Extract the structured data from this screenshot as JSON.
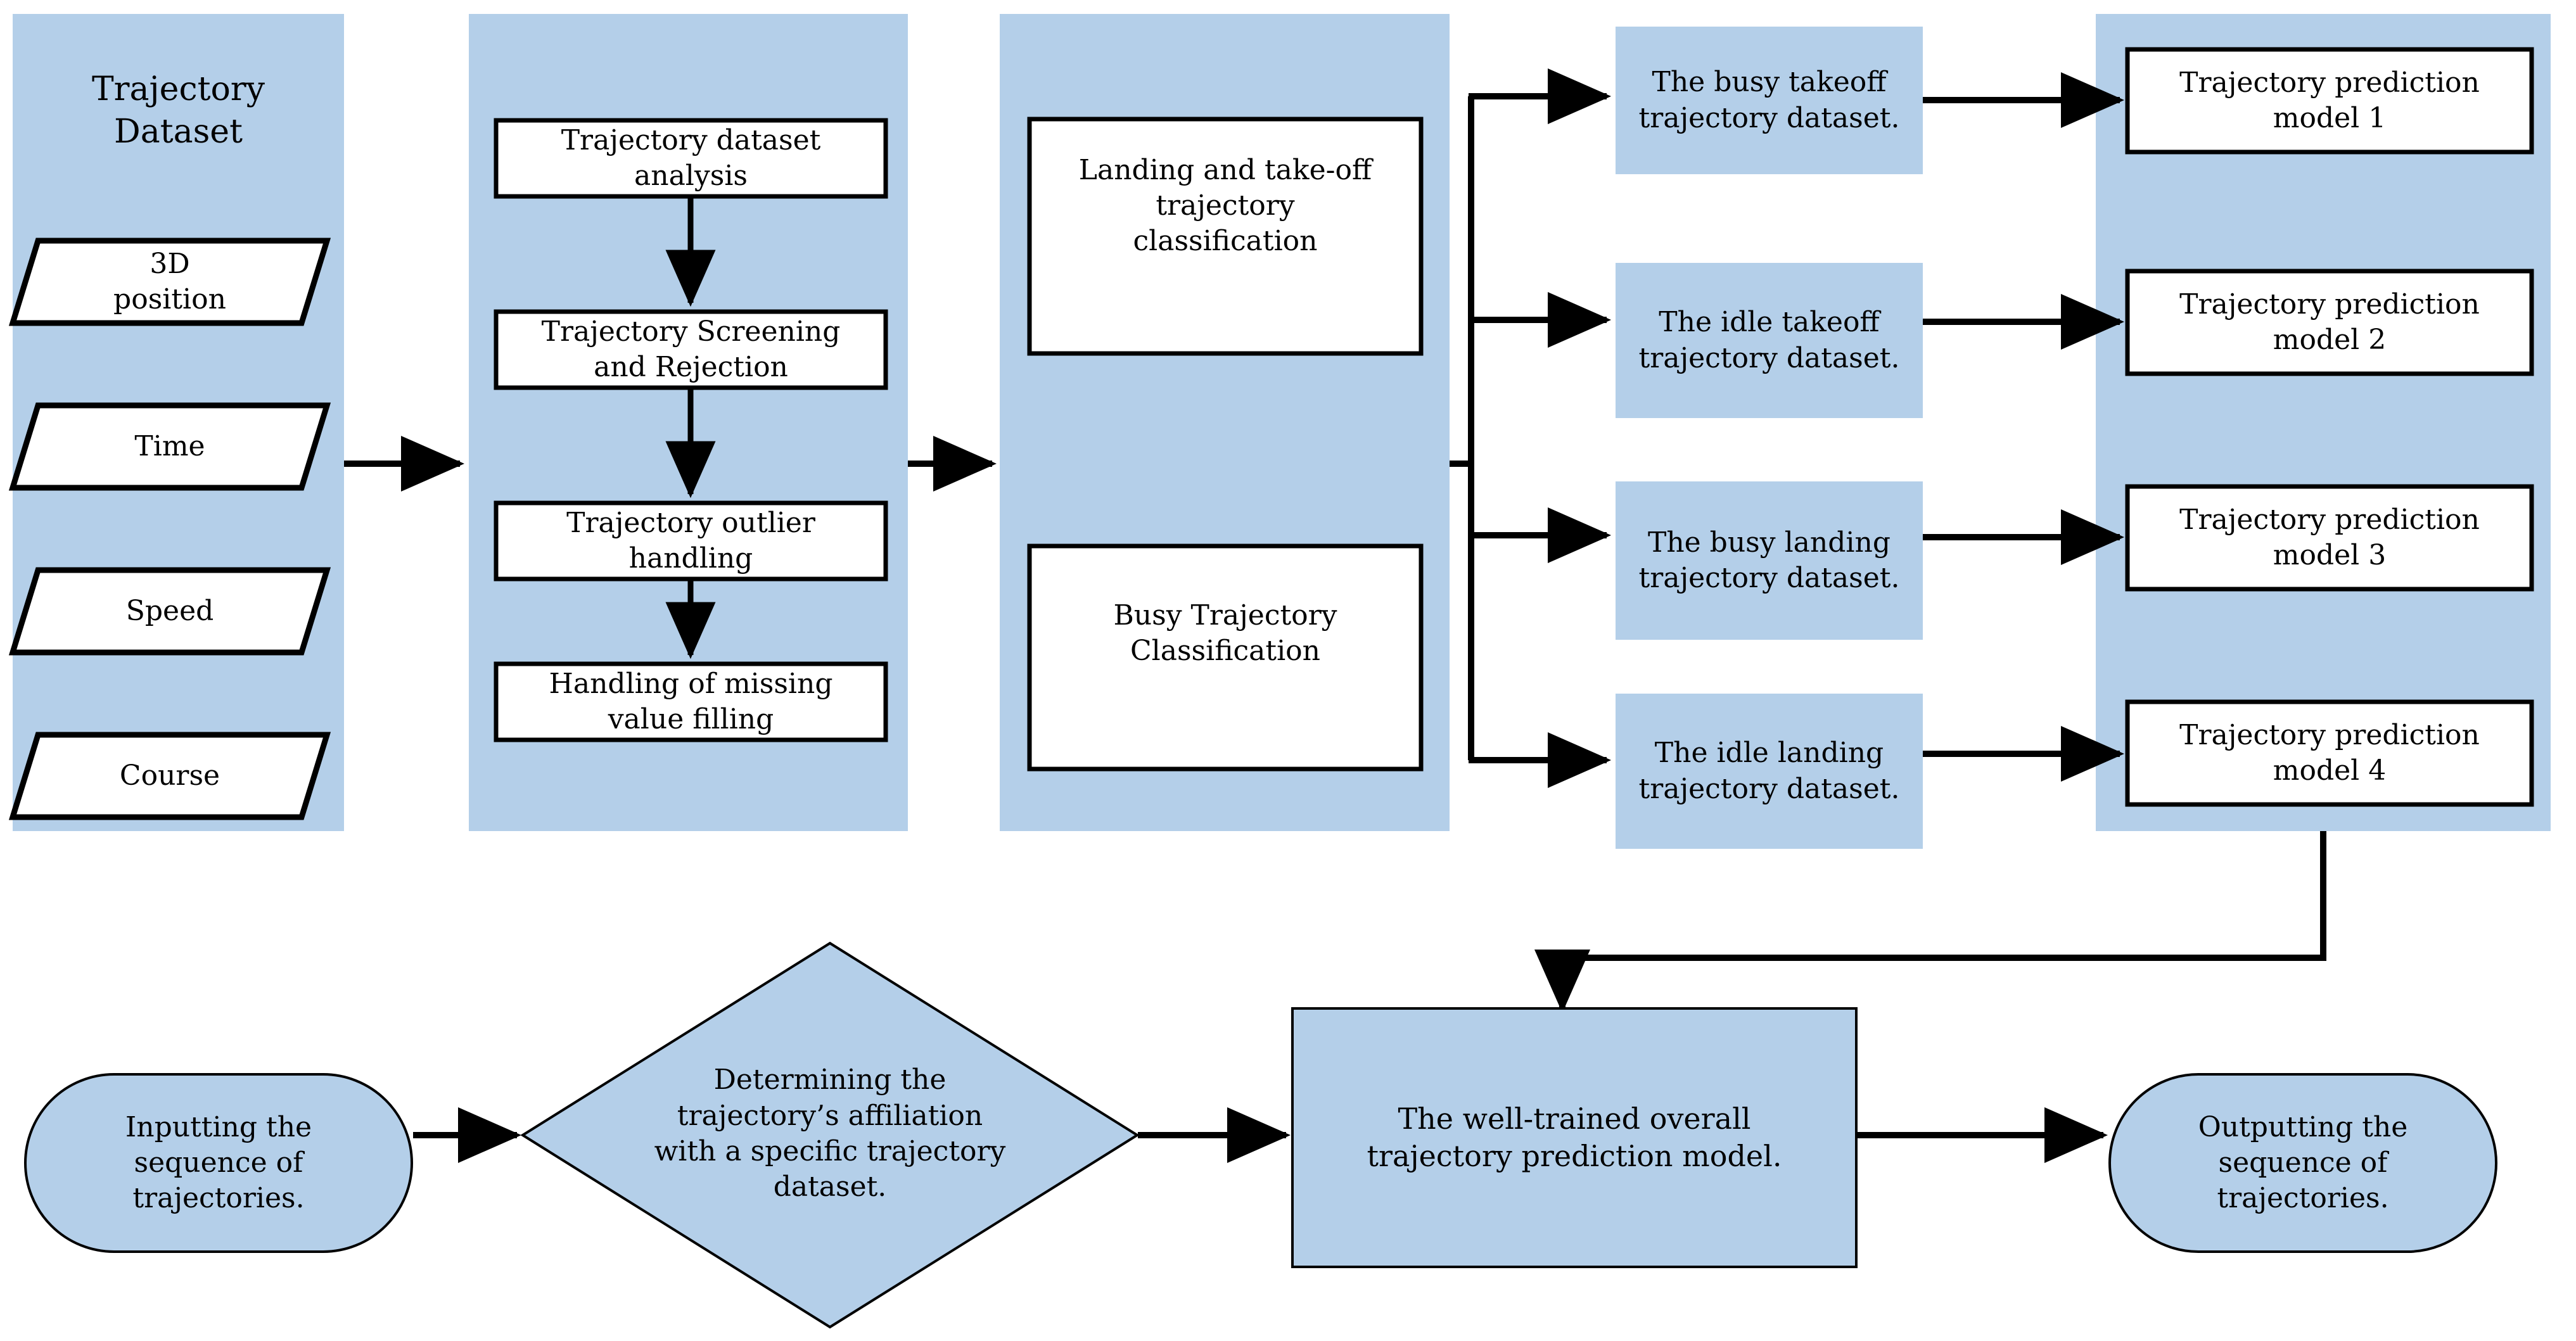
{
  "diagram": {
    "title": "Trajectory prediction model training and inference flowchart",
    "colors": {
      "panel_fill": "#b4cfe9",
      "box_fill": "#ffffff",
      "stroke": "#000000",
      "background": "#ffffff"
    }
  },
  "stage1": {
    "heading": "Trajectory\nDataset",
    "inputs": [
      {
        "label": "3D\nposition"
      },
      {
        "label": "Time"
      },
      {
        "label": "Speed"
      },
      {
        "label": "Course"
      }
    ]
  },
  "stage2": {
    "steps": [
      {
        "label": "Trajectory dataset\nanalysis"
      },
      {
        "label": "Trajectory Screening\nand Rejection"
      },
      {
        "label": "Trajectory outlier\nhandling"
      },
      {
        "label": "Handling of missing\nvalue filling"
      }
    ]
  },
  "stage3": {
    "steps": [
      {
        "label": "Landing and take-off\ntrajectory\nclassification"
      },
      {
        "label": "Busy Trajectory\nClassification"
      }
    ]
  },
  "stage4": {
    "datasets": [
      {
        "label": "The busy takeoff\ntrajectory dataset."
      },
      {
        "label": "The idle takeoff\ntrajectory dataset."
      },
      {
        "label": "The busy landing\ntrajectory dataset."
      },
      {
        "label": "The idle landing\ntrajectory dataset."
      }
    ]
  },
  "stage5": {
    "models": [
      {
        "label": "Trajectory prediction\nmodel 1"
      },
      {
        "label": "Trajectory prediction\nmodel 2"
      },
      {
        "label": "Trajectory prediction\nmodel 3"
      },
      {
        "label": "Trajectory prediction\nmodel 4"
      }
    ]
  },
  "inference": {
    "input_terminator": "Inputting the\nsequence of\ntrajectories.",
    "decision": "Determining the\ntrajectory’s affiliation\nwith a specific trajectory\ndataset.",
    "overall_model": "The well-trained overall\ntrajectory prediction model.",
    "output_terminator": "Outputting the\nsequence of\ntrajectories."
  },
  "connectors": {
    "stage1_to_stage2": "arrow-right",
    "stage2_to_stage3": "arrow-right",
    "stage3_to_branch": "arrow-right",
    "branch_fanout": "four-way-split",
    "dataset_to_model": "arrow-right",
    "models_to_overall": "elbow-down-left",
    "input_to_decision": "arrow-right",
    "decision_to_overall": "arrow-right",
    "overall_to_output": "arrow-right"
  }
}
